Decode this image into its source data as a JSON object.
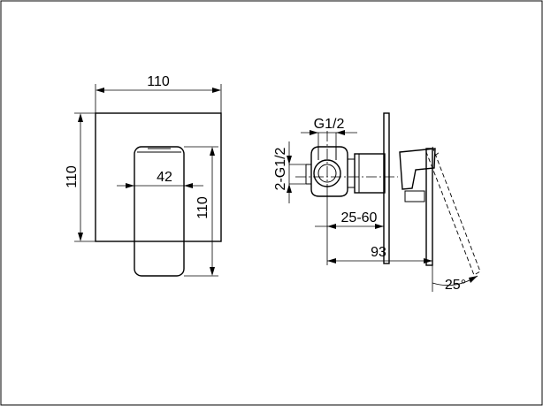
{
  "front_view": {
    "plate_width_label": "110",
    "plate_height_label": "110",
    "handle_width_label": "42",
    "handle_height_label": "110"
  },
  "side_view": {
    "thread_top_label": "G1/2",
    "thread_side_label": "2-G1/2",
    "depth_range_label": "25-60",
    "overall_depth_label": "93",
    "angle_label": "25°"
  }
}
